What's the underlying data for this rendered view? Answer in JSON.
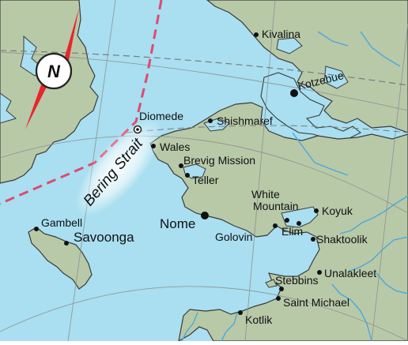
{
  "map": {
    "colors": {
      "water": "#a9dff0",
      "land": "#b8c9a8",
      "coast": "#3a3a3a",
      "river": "#4aa8dc",
      "graticule": "#8a8a8a",
      "boundary": "#e0496f",
      "compass_red": "#e8262d"
    },
    "compass": {
      "label": "N",
      "icon": "north-arrow-icon"
    },
    "strait": {
      "label": "Bering Strait"
    },
    "places": [
      {
        "id": "kivalina",
        "name": "Kivalina"
      },
      {
        "id": "kotzebue",
        "name": "Kotzebue"
      },
      {
        "id": "diomede",
        "name": "Diomede"
      },
      {
        "id": "shishmaref",
        "name": "Shishmaref"
      },
      {
        "id": "wales",
        "name": "Wales"
      },
      {
        "id": "brevig-mission",
        "name": "Brevig Mission"
      },
      {
        "id": "teller",
        "name": "Teller"
      },
      {
        "id": "white-mountain",
        "name_line1": "White",
        "name_line2": "Mountain"
      },
      {
        "id": "koyuk",
        "name": "Koyuk"
      },
      {
        "id": "nome",
        "name": "Nome"
      },
      {
        "id": "golovin",
        "name": "Golovin"
      },
      {
        "id": "elim",
        "name": "Elim"
      },
      {
        "id": "shaktoolik",
        "name": "Shaktoolik"
      },
      {
        "id": "gambell",
        "name": "Gambell"
      },
      {
        "id": "savoonga",
        "name": "Savoonga"
      },
      {
        "id": "unalakleet",
        "name": "Unalakleet"
      },
      {
        "id": "stebbins",
        "name": "Stebbins"
      },
      {
        "id": "saint-michael",
        "name": "Saint Michael"
      },
      {
        "id": "kotlik",
        "name": "Kotlik"
      }
    ]
  }
}
